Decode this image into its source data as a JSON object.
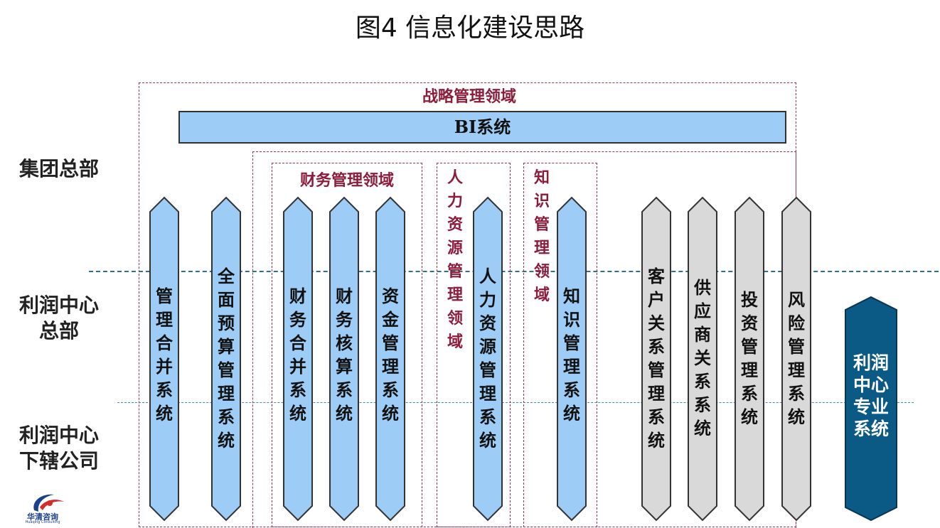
{
  "title": "图4  信息化建设思路",
  "levels": {
    "group_hq": "集团总部",
    "profit_center_hq": "利润中心\n总部",
    "profit_center_sub": "利润中心\n下辖公司"
  },
  "domains": {
    "strategy": "战略管理领域",
    "finance": "财务管理领域",
    "hr": "人力资源管理领域",
    "knowledge": "知识管理领域"
  },
  "bi_system": "BI系统",
  "systems": [
    {
      "label": "管理合并系统",
      "color": "blue"
    },
    {
      "label": "全面预算管理系统",
      "color": "blue"
    },
    {
      "label": "财务合并系统",
      "color": "blue"
    },
    {
      "label": "财务核算系统",
      "color": "blue"
    },
    {
      "label": "资金管理系统",
      "color": "blue"
    },
    {
      "label": "人力资源管理系统",
      "color": "blue"
    },
    {
      "label": "知识管理系统",
      "color": "blue"
    },
    {
      "label": "客户关系管理系统",
      "color": "gray"
    },
    {
      "label": "供应商关系系统",
      "color": "gray"
    },
    {
      "label": "投资管理系统",
      "color": "gray"
    },
    {
      "label": "风险管理系统",
      "color": "gray"
    },
    {
      "label": "利润中心专业系统",
      "color": "navy"
    }
  ],
  "colors": {
    "blue": "#9dcdf6",
    "gray": "#d9d9d9",
    "navy": "#0b5a86",
    "domain_border": "#a0344f",
    "domain_text": "#8c1c3c",
    "divider": "#2b7291"
  },
  "logo": {
    "name": "华清咨询",
    "sub": "Huaqing Consulting"
  }
}
